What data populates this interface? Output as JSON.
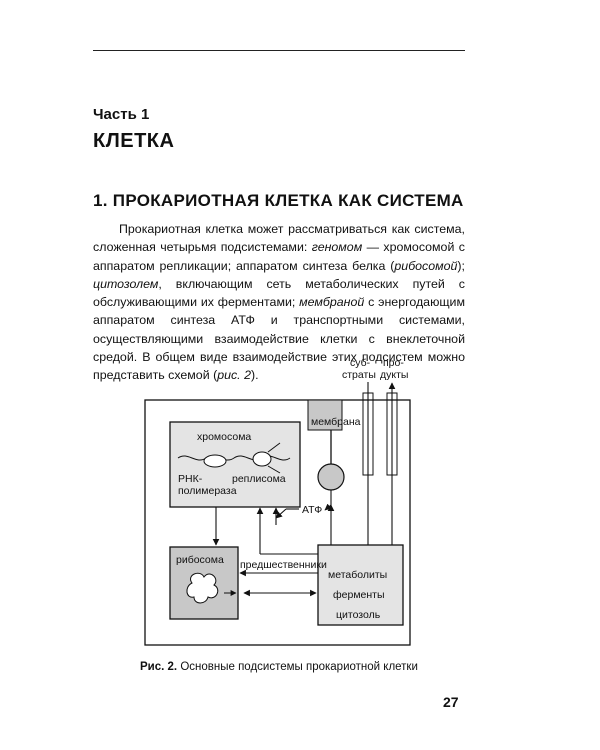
{
  "header": {
    "part_label": "Часть 1",
    "part_title": "КЛЕТКА"
  },
  "section": {
    "title": "1. ПРОКАРИОТНАЯ КЛЕТКА КАК СИСТЕМА"
  },
  "paragraph": {
    "t1": "Прокариотная клетка может рассматриваться как система, сложенная четырьмя подсистемами: ",
    "i1": "геномом",
    "t2": " — хромосомой с аппаратом репликации; аппаратом синтеза белка (",
    "i2": "рибосомой",
    "t3": "); ",
    "i3": "цитозолем",
    "t4": ", включающим сеть метаболических путей с обслуживающими их ферментами; ",
    "i4": "мембраной",
    "t5": " с энергодающим аппаратом синтеза АТФ и транспортными системами, осуществляющими взаимодействие клетки с внеклеточной средой. В общем виде взаимодействие этих подсистем можно представить схемой (",
    "i5": "рис. 2",
    "t6": ")."
  },
  "figure": {
    "substrates_1": "суб-",
    "substrates_2": "страты",
    "products_1": "про-",
    "products_2": "дукты",
    "membrane": "мембрана",
    "chromosome": "хромосома",
    "rna_pol_1": "РНК-",
    "rna_pol_2": "полимераза",
    "replisome": "реплисома",
    "atp": "АТФ",
    "ribosome": "рибосома",
    "precursors": "предшественники",
    "metabolites": "метаболиты",
    "enzymes": "ферменты",
    "cytosol": "цитозоль"
  },
  "caption": {
    "label": "Рис. 2.",
    "text": " Основные подсистемы прокариотной клетки"
  },
  "page_number": "27",
  "colors": {
    "text": "#111111",
    "gray_fill": "#c8c8c8",
    "light_gray_fill": "#e4e4e4"
  }
}
